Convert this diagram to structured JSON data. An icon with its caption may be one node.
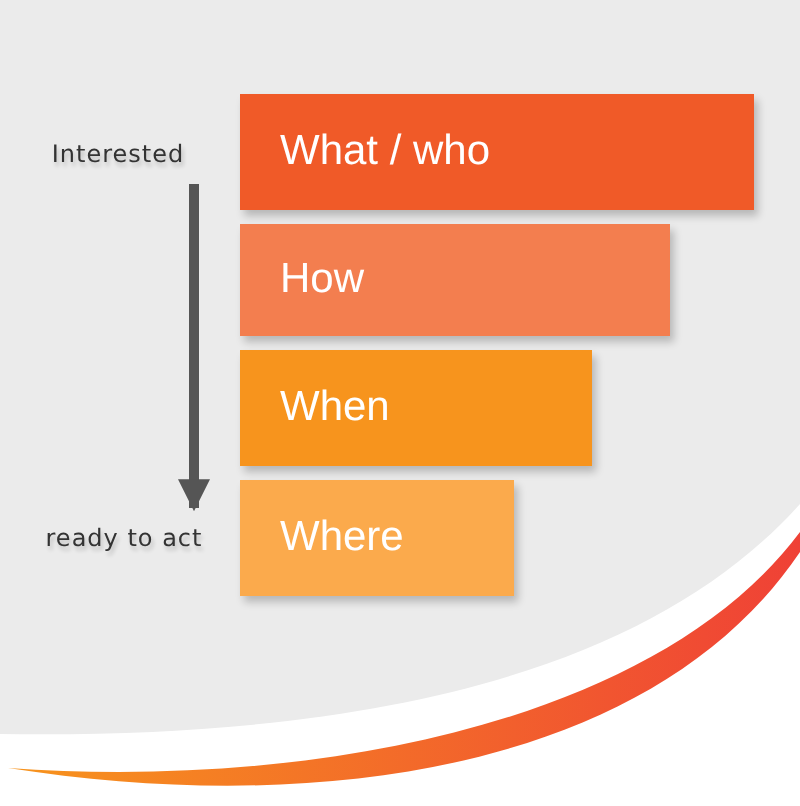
{
  "diagram": {
    "nodes": [
      {
        "text": [
          "What / who"
        ]
      },
      {
        "text": [
          "How"
        ]
      },
      {
        "text": [
          "When"
        ]
      },
      {
        "text": [
          "Where"
        ]
      },
      {
        "text": [
          "Interested"
        ]
      },
      {
        "text": [
          "ready to act"
        ]
      }
    ],
    "edges": [
      {
        "from": 4,
        "to": 5,
        "arrow": "to"
      }
    ]
  }
}
